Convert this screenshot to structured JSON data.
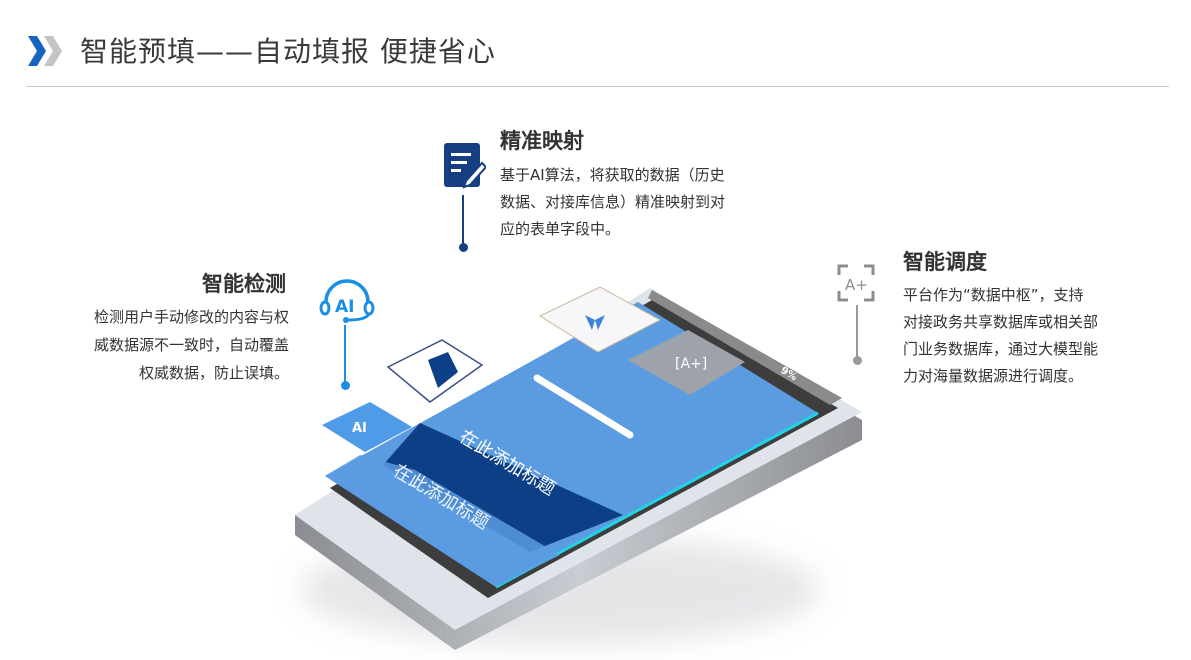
{
  "header": {
    "title": "智能预填——自动填报 便捷省心"
  },
  "features": [
    {
      "title": "精准映射",
      "lines": [
        "基于AI算法，将获取的数据（历史",
        "数据、对接库信息）精准映射到对",
        "应的表单字段中。"
      ],
      "icon": "document-edit-icon"
    },
    {
      "title": "智能检测",
      "lines": [
        "检测用户手动修改的内容与权",
        "威数据源不一致时，自动覆盖",
        "权威数据，防止误填。"
      ],
      "icon": "ai-headset-icon"
    },
    {
      "title": "智能调度",
      "lines": [
        "平台作为“数据中枢”，支持",
        "对接政务共享数据库或相关部",
        "门业务数据库，通过大模型能",
        "力对海量数据源进行调度。"
      ],
      "icon": "ai-scan-icon"
    }
  ],
  "phone": {
    "screen_labels": [
      "在此添加标题",
      "在此添加标题"
    ],
    "status": "9%"
  },
  "colors": {
    "accent": "#1565c0",
    "navy": "#0d3f86",
    "screen_blue": "#5b9be0",
    "gray": "#9a9a9a",
    "cyan": "#22d3e6"
  }
}
